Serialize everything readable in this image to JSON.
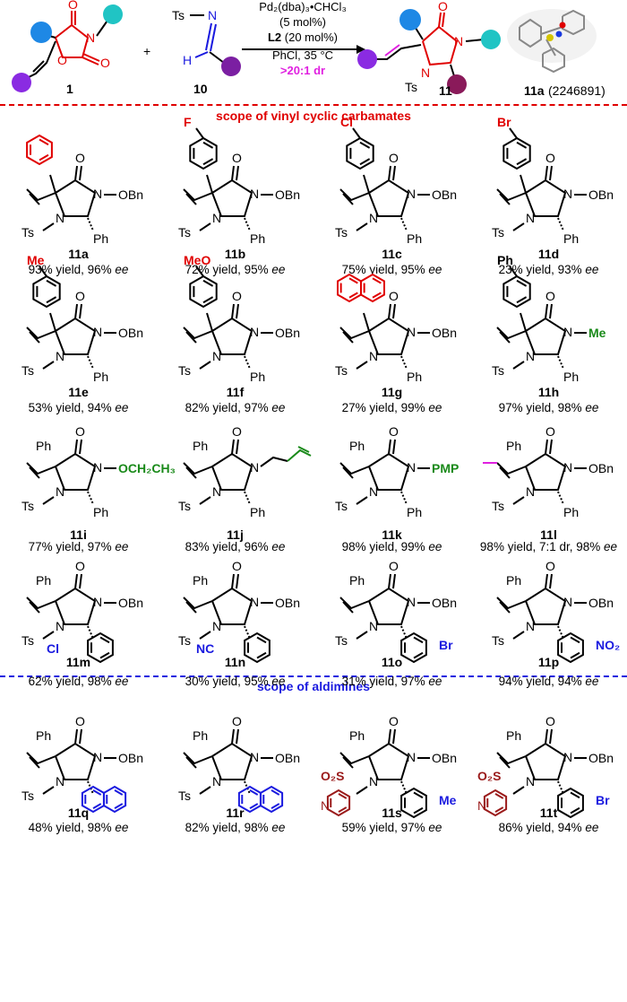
{
  "reaction": {
    "catalyst": "Pd₂(dba)₃•CHCl₃",
    "catalyst_loading": "(5 mol%)",
    "ligand": "L2",
    "ligand_loading": "(20 mol%)",
    "solvent_temp": "PhCl, 35 °C",
    "selectivity": ">20:1 dr",
    "reactant1_label": "1",
    "reactant2_label": "10",
    "plus": "+",
    "product_label": "11",
    "xray_compound": "11a",
    "xray_ccdc": "(2246891)",
    "ts_label": "Ts"
  },
  "sections": {
    "carbamates": "scope of vinyl cyclic carbamates",
    "aldimines": "scope of  aldimines"
  },
  "colors": {
    "red": "#e00000",
    "blue": "#1a1adf",
    "green": "#1a8a1a",
    "magenta": "#e020e0",
    "darkred": "#9a1a1a",
    "purple": "#7b1fa2",
    "cyan": "#20c4c4",
    "dot_blue": "#1e88e5",
    "dot_purple": "#8a1a8a"
  },
  "compounds": [
    {
      "id": "11a",
      "yield": "93% yield, ",
      "ee": "96% ",
      "ee_unit": "ee",
      "sub": "",
      "n_sub": "OBn"
    },
    {
      "id": "11b",
      "yield": "72% yield, ",
      "ee": "95% ",
      "ee_unit": "ee",
      "sub": "F",
      "n_sub": "OBn"
    },
    {
      "id": "11c",
      "yield": "75% yield, ",
      "ee": "95% ",
      "ee_unit": "ee",
      "sub": "Cl",
      "n_sub": "OBn"
    },
    {
      "id": "11d",
      "yield": "23% yield, ",
      "ee": "93% ",
      "ee_unit": "ee",
      "sub": "Br",
      "n_sub": "OBn"
    },
    {
      "id": "11e",
      "yield": "53% yield, ",
      "ee": "94% ",
      "ee_unit": "ee",
      "sub": "Me",
      "n_sub": "OBn"
    },
    {
      "id": "11f",
      "yield": "82% yield, ",
      "ee": "97% ",
      "ee_unit": "ee",
      "sub": "MeO",
      "n_sub": "OBn"
    },
    {
      "id": "11g",
      "yield": "27% yield, ",
      "ee": "99% ",
      "ee_unit": "ee",
      "sub": "",
      "n_sub": "OBn"
    },
    {
      "id": "11h",
      "yield": "97% yield, ",
      "ee": "98% ",
      "ee_unit": "ee",
      "sub": "Ph",
      "n_sub": "Me"
    },
    {
      "id": "11i",
      "yield": "77% yield, ",
      "ee": "97% ",
      "ee_unit": "ee",
      "sub": "Ph",
      "n_sub": "OCH₂CH₃"
    },
    {
      "id": "11j",
      "yield": "83% yield, ",
      "ee": "96% ",
      "ee_unit": "ee",
      "sub": "Ph",
      "n_sub": ""
    },
    {
      "id": "11k",
      "yield": "98% yield, ",
      "ee": "99% ",
      "ee_unit": "ee",
      "sub": "Ph",
      "n_sub": "PMP"
    },
    {
      "id": "11l",
      "yield": "98% yield, 7:1 dr, ",
      "ee": "98% ",
      "ee_unit": "ee",
      "sub": "Ph",
      "n_sub": "OBn"
    },
    {
      "id": "11m",
      "yield": "62% yield, ",
      "ee": "98% ",
      "ee_unit": "ee",
      "sub": "Cl",
      "n_sub": "OBn"
    },
    {
      "id": "11n",
      "yield": "30% yield, ",
      "ee": "95% ",
      "ee_unit": "ee",
      "sub": "NC",
      "n_sub": "OBn"
    },
    {
      "id": "11o",
      "yield": "31% yield, ",
      "ee": "97% ",
      "ee_unit": "ee",
      "sub": "Br",
      "n_sub": "OBn"
    },
    {
      "id": "11p",
      "yield": "94% yield, ",
      "ee": "94% ",
      "ee_unit": "ee",
      "sub": "NO₂",
      "n_sub": "OBn"
    },
    {
      "id": "11q",
      "yield": "48% yield, ",
      "ee": "98% ",
      "ee_unit": "ee",
      "sub": "",
      "n_sub": "OBn"
    },
    {
      "id": "11r",
      "yield": "82% yield, ",
      "ee": "98% ",
      "ee_unit": "ee",
      "sub": "",
      "n_sub": "OBn"
    },
    {
      "id": "11s",
      "yield": "59% yield, ",
      "ee": "97% ",
      "ee_unit": "ee",
      "sub": "Me",
      "n_sub": "OBn"
    },
    {
      "id": "11t",
      "yield": "86% yield, ",
      "ee": "94% ",
      "ee_unit": "ee",
      "sub": "Br",
      "n_sub": "OBn"
    }
  ],
  "atoms": {
    "O": "O",
    "N": "N",
    "Ts": "Ts",
    "Ph": "Ph",
    "S": "S",
    "O2S": "O₂S"
  }
}
